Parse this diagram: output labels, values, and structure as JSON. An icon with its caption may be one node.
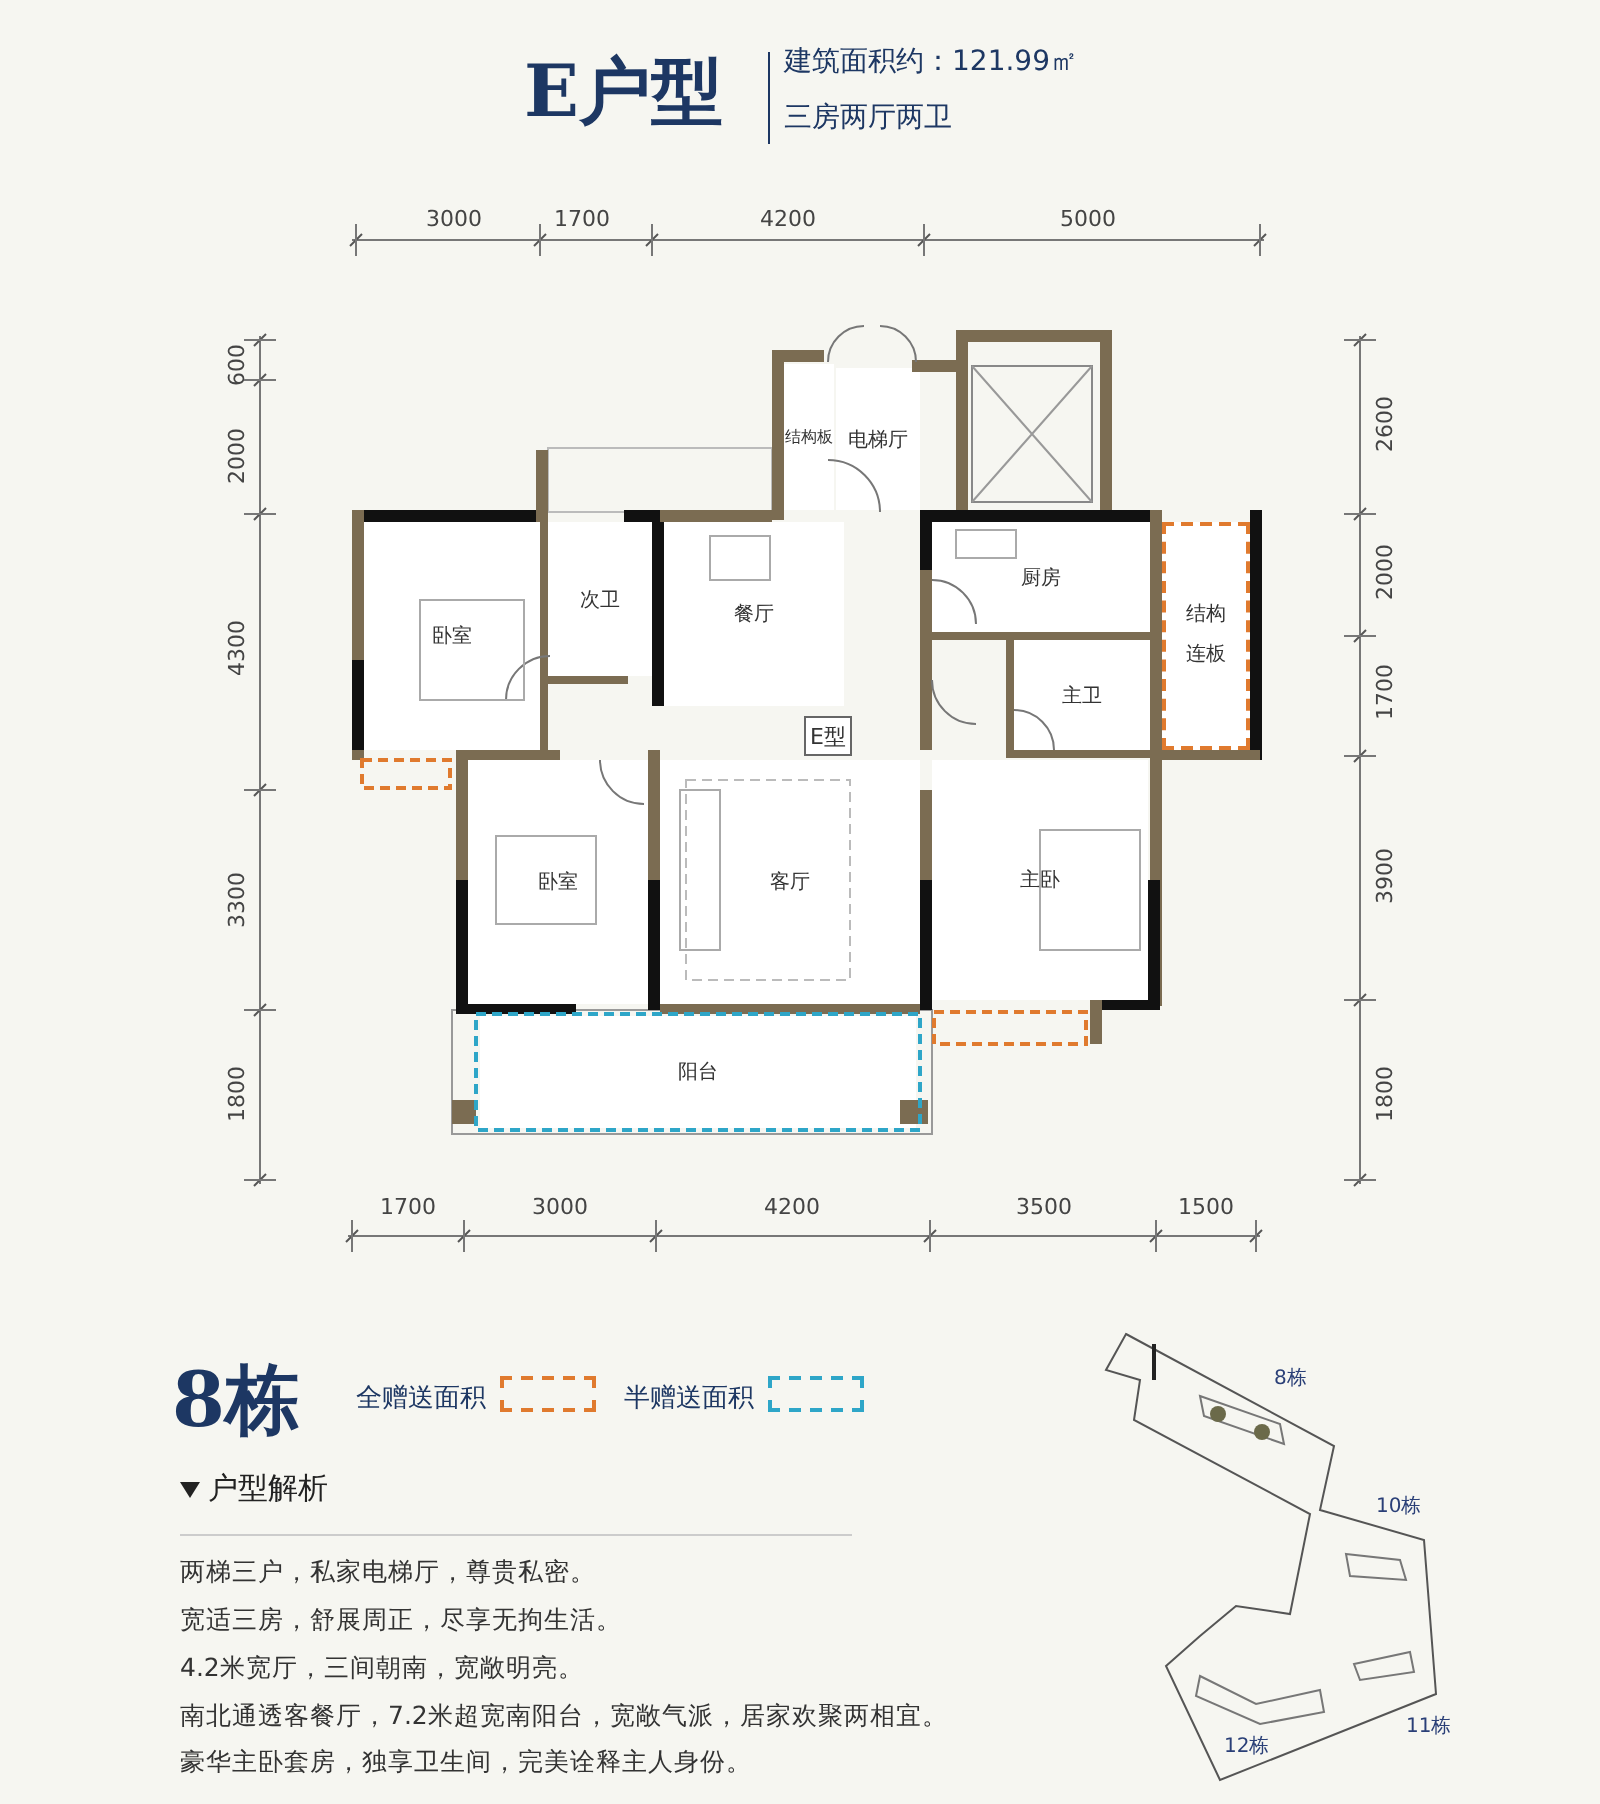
{
  "diagram": {
    "title": "E户型",
    "nodes": [
      {
        "text": [
          "结构板"
        ]
      },
      {
        "text": [
          "电梯厅"
        ]
      },
      {
        "text": [
          "卧室"
        ]
      },
      {
        "text": [
          "次卫"
        ]
      },
      {
        "text": [
          "餐厅"
        ]
      },
      {
        "text": [
          "E型"
        ]
      },
      {
        "text": [
          "厨房"
        ]
      },
      {
        "text": [
          "结构连板"
        ]
      },
      {
        "text": [
          "主卫"
        ]
      },
      {
        "text": [
          "卧室"
        ]
      },
      {
        "text": [
          "客厅"
        ]
      },
      {
        "text": [
          "主卧"
        ]
      },
      {
        "text": [
          "阳台"
        ]
      }
    ],
    "edges": [],
    "labels": [
      "建筑面积约：121.99㎡",
      "三房两厅两卫",
      "3000",
      "1700",
      "4200",
      "5000",
      "600",
      "2000",
      "4300",
      "3300",
      "1800",
      "2600",
      "2000",
      "1700",
      "3900",
      "1800",
      "1700",
      "3000",
      "4200",
      "3500",
      "1500",
      "8栋",
      "户型解析",
      "两梯三户，私家电梯厅，尊贵私密。",
      "宽适三房，舒展周正，尽享无拘生活。",
      "4.2米宽厅，三间朝南，宽敞明亮。",
      "南北通透客餐厅，7.2米超宽南阳台，宽敞气派，居家欢聚两相宜。",
      "豪华主卧套房，独享卫生间，完美诠释主人身份。",
      "8栋",
      "10栋",
      "11栋",
      "12栋"
    ],
    "legend": [
      {
        "text": "全赠送面积",
        "color": "#e07a2e"
      },
      {
        "text": "半赠送面积",
        "color": "#2ea6c8"
      }
    ]
  }
}
